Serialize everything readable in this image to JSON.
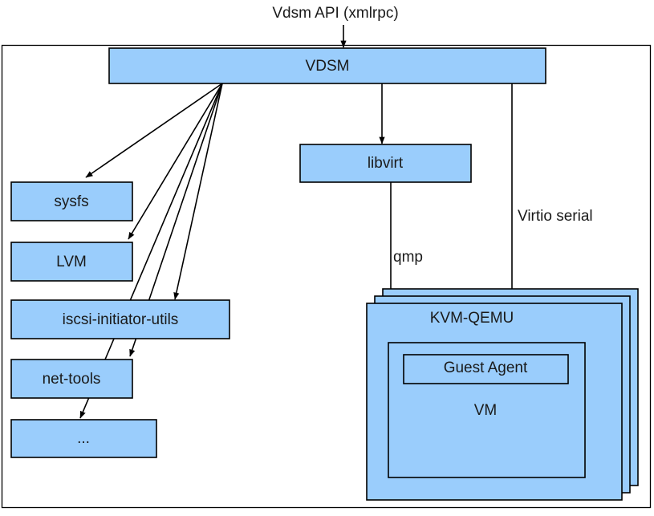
{
  "diagram": {
    "title_note": "Vdsm API (xmlrpc)",
    "colors": {
      "box_fill": "#9acdfc",
      "stroke": "#000000",
      "text": "#1a1a1a",
      "background": "#ffffff"
    },
    "top_label": "Vdsm API (xmlrpc)",
    "nodes": {
      "vdsm": "VDSM",
      "sysfs": "sysfs",
      "lvm": "LVM",
      "iscsi": "iscsi-initiator-utils",
      "nettools": "net-tools",
      "ellipsis": "...",
      "libvirt": "libvirt",
      "kvm_qemu": "KVM-QEMU",
      "vm": "VM",
      "guest_agent": "Guest Agent"
    },
    "edge_labels": {
      "qmp": "qmp",
      "virtio_serial": "Virtio serial"
    },
    "edges": [
      {
        "from": "Vdsm API (xmlrpc)",
        "to": "VDSM",
        "label": ""
      },
      {
        "from": "VDSM",
        "to": "sysfs",
        "label": ""
      },
      {
        "from": "VDSM",
        "to": "LVM",
        "label": ""
      },
      {
        "from": "VDSM",
        "to": "iscsi-initiator-utils",
        "label": ""
      },
      {
        "from": "VDSM",
        "to": "net-tools",
        "label": ""
      },
      {
        "from": "VDSM",
        "to": "...",
        "label": ""
      },
      {
        "from": "VDSM",
        "to": "libvirt",
        "label": ""
      },
      {
        "from": "libvirt",
        "to": "KVM-QEMU",
        "label": "qmp"
      },
      {
        "from": "VDSM",
        "to": "Guest Agent",
        "label": "Virtio serial"
      }
    ],
    "vm_stack_count": 3
  }
}
